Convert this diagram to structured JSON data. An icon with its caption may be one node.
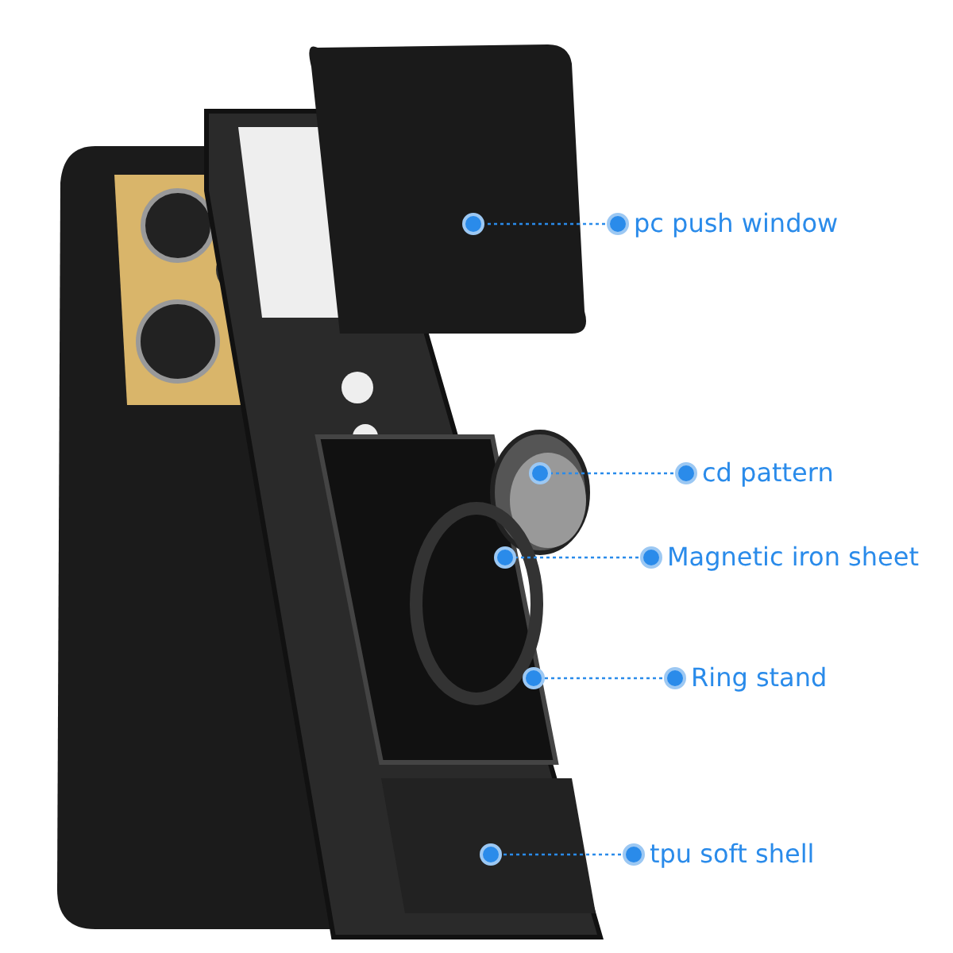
{
  "diagram": {
    "nodes": [
      {
        "text": [
          "pc push window"
        ]
      },
      {
        "text": [
          "cd pattern"
        ]
      },
      {
        "text": [
          "Magnetic iron sheet"
        ]
      },
      {
        "text": [
          "Ring stand"
        ]
      },
      {
        "text": [
          "tpu soft shell"
        ]
      }
    ],
    "edges": [
      {
        "from": 0,
        "to": null,
        "arrow": "other",
        "style": "dashed"
      },
      {
        "from": 1,
        "to": null,
        "arrow": "other",
        "style": "dashed"
      },
      {
        "from": 2,
        "to": null,
        "arrow": "other",
        "style": "dashed"
      },
      {
        "from": 3,
        "to": null,
        "arrow": "other",
        "style": "dashed"
      },
      {
        "from": 4,
        "to": null,
        "arrow": "other",
        "style": "dashed"
      }
    ]
  }
}
